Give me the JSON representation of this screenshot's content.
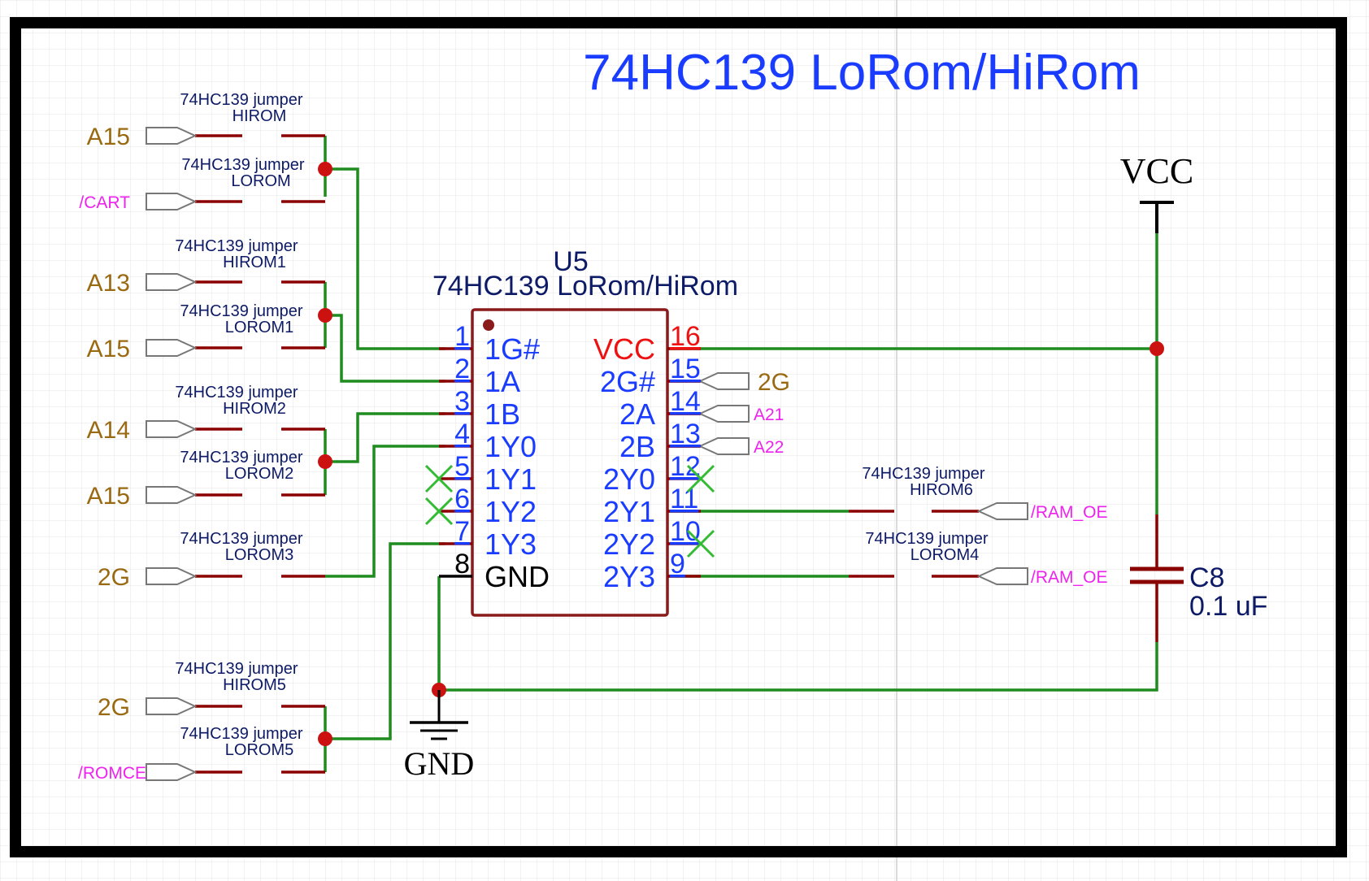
{
  "colors": {
    "wire": "#1f8c1f",
    "pin": "#8b0000",
    "junction": "#cc1111",
    "body": "#8b1a1a",
    "text_blue": "#1a3cff",
    "navy": "#0d1a66",
    "port_brown": "#9a6a12",
    "port_magenta": "#ee22ee",
    "vcc_red": "#ee1111",
    "noconnect": "#33bb33",
    "grid": "#e4e4e4",
    "border": "#000000"
  },
  "title": "74HC139 LoRom/HiRom",
  "chip": {
    "designator": "U5",
    "value": "74HC139 LoRom/HiRom",
    "left_pins": [
      {
        "num": "1",
        "name": "1G#"
      },
      {
        "num": "2",
        "name": "1A"
      },
      {
        "num": "3",
        "name": "1B"
      },
      {
        "num": "4",
        "name": "1Y0"
      },
      {
        "num": "5",
        "name": "1Y1"
      },
      {
        "num": "6",
        "name": "1Y2"
      },
      {
        "num": "7",
        "name": "1Y3"
      },
      {
        "num": "8",
        "name": "GND"
      }
    ],
    "right_pins": [
      {
        "num": "16",
        "name": "VCC"
      },
      {
        "num": "15",
        "name": "2G#"
      },
      {
        "num": "14",
        "name": "2A"
      },
      {
        "num": "13",
        "name": "2B"
      },
      {
        "num": "12",
        "name": "2Y0"
      },
      {
        "num": "11",
        "name": "2Y1"
      },
      {
        "num": "10",
        "name": "2Y2"
      },
      {
        "num": "9",
        "name": "2Y3"
      }
    ]
  },
  "jumpers": [
    {
      "line1": "74HC139 jumper",
      "line2": "HIROM"
    },
    {
      "line1": "74HC139 jumper",
      "line2": "LOROM"
    },
    {
      "line1": "74HC139 jumper",
      "line2": "HIROM1"
    },
    {
      "line1": "74HC139 jumper",
      "line2": "LOROM1"
    },
    {
      "line1": "74HC139 jumper",
      "line2": "HIROM2"
    },
    {
      "line1": "74HC139 jumper",
      "line2": "LOROM2"
    },
    {
      "line1": "74HC139 jumper",
      "line2": "LOROM3"
    },
    {
      "line1": "74HC139 jumper",
      "line2": "HIROM5"
    },
    {
      "line1": "74HC139 jumper",
      "line2": "LOROM5"
    },
    {
      "line1": "74HC139 jumper",
      "line2": "HIROM6"
    },
    {
      "line1": "74HC139 jumper",
      "line2": "LOROM4"
    }
  ],
  "ports": [
    {
      "label": "A15",
      "style": "net"
    },
    {
      "label": "/CART",
      "style": "signal"
    },
    {
      "label": "A13",
      "style": "net"
    },
    {
      "label": "A15",
      "style": "net"
    },
    {
      "label": "A14",
      "style": "net"
    },
    {
      "label": "A15",
      "style": "net"
    },
    {
      "label": "2G",
      "style": "net"
    },
    {
      "label": "2G",
      "style": "net"
    },
    {
      "label": "/ROMCE",
      "style": "signal"
    },
    {
      "label": "2G",
      "style": "net"
    },
    {
      "label": "A21",
      "style": "signal"
    },
    {
      "label": "A22",
      "style": "signal"
    },
    {
      "label": "/RAM_OE",
      "style": "signal"
    },
    {
      "label": "/RAM_OE",
      "style": "signal"
    }
  ],
  "power": {
    "vcc": "VCC",
    "gnd": "GND"
  },
  "capacitor": {
    "designator": "C8",
    "value": "0.1 uF"
  }
}
